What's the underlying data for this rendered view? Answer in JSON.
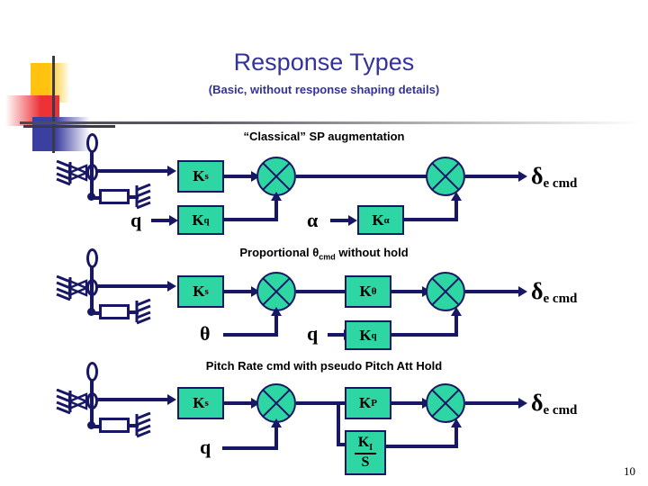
{
  "slide": {
    "title": "Response Types",
    "subtitle": "(Basic, without response shaping details)",
    "page_number": "10",
    "colors": {
      "title_blue": "#33339A",
      "line_navy": "#171766",
      "block_fill": "#2ED6A3",
      "caption_black": "#000000"
    }
  },
  "sections": [
    {
      "caption_prefix": "“Classical” SP augmentation",
      "caption_sub": "",
      "caption_suffix": "",
      "blocks": {
        "stick_gain": "K",
        "stick_gain_sub": "s",
        "rate_gain": "K",
        "rate_gain_sub": "q",
        "alpha_gain": "K",
        "alpha_gain_sub": "α"
      },
      "inputs": {
        "rate": "q",
        "alpha": "α"
      },
      "output": "δ",
      "output_sub": "e cmd"
    },
    {
      "caption_prefix": "Proportional ",
      "caption_sub": "cmd",
      "caption_theta": "θ",
      "caption_suffix": " without hold",
      "blocks": {
        "stick_gain": "K",
        "stick_gain_sub": "s",
        "theta_gain": "K",
        "theta_gain_sub": "θ",
        "rate_gain": "K",
        "rate_gain_sub": "q"
      },
      "inputs": {
        "theta": "θ",
        "rate": "q"
      },
      "output": "δ",
      "output_sub": "e cmd"
    },
    {
      "caption_prefix": "Pitch Rate cmd with pseudo Pitch Att Hold",
      "caption_sub": "",
      "caption_suffix": "",
      "blocks": {
        "stick_gain": "K",
        "stick_gain_sub": "s",
        "prop_gain": "K",
        "prop_gain_sub": "P",
        "integ_num": "K",
        "integ_num_sub": "I",
        "integ_den": "S"
      },
      "inputs": {
        "rate": "q"
      },
      "output": "δ",
      "output_sub": "e cmd"
    }
  ]
}
